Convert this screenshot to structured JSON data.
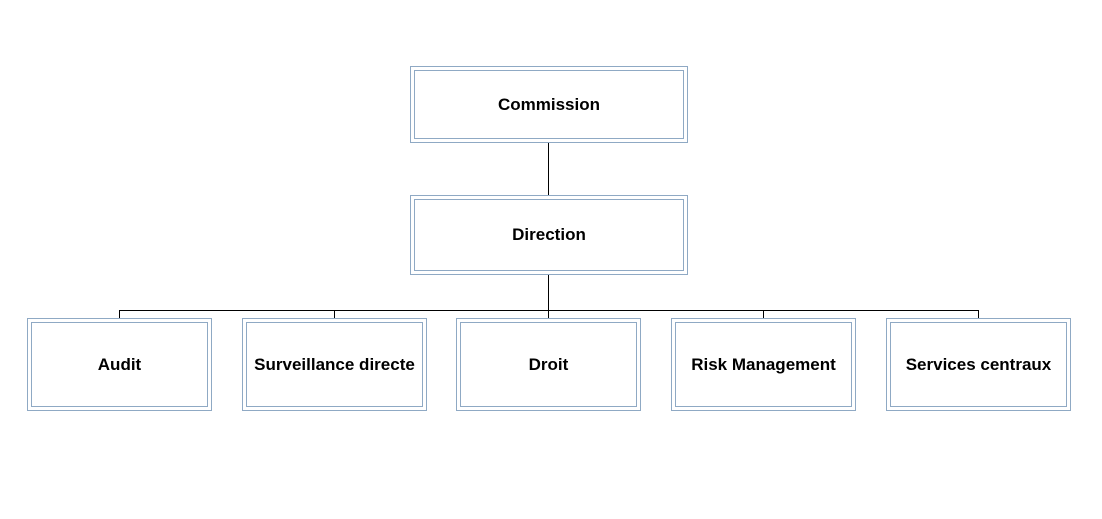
{
  "org_chart": {
    "root": {
      "label": "Commission"
    },
    "level2": {
      "label": "Direction"
    },
    "departments": [
      {
        "label": "Audit"
      },
      {
        "label": "Surveillance directe"
      },
      {
        "label": "Droit"
      },
      {
        "label": "Risk Management"
      },
      {
        "label": "Services centraux"
      }
    ]
  },
  "colors": {
    "box_border": "#8fa9c4",
    "connector": "#000000",
    "text": "#000000"
  }
}
